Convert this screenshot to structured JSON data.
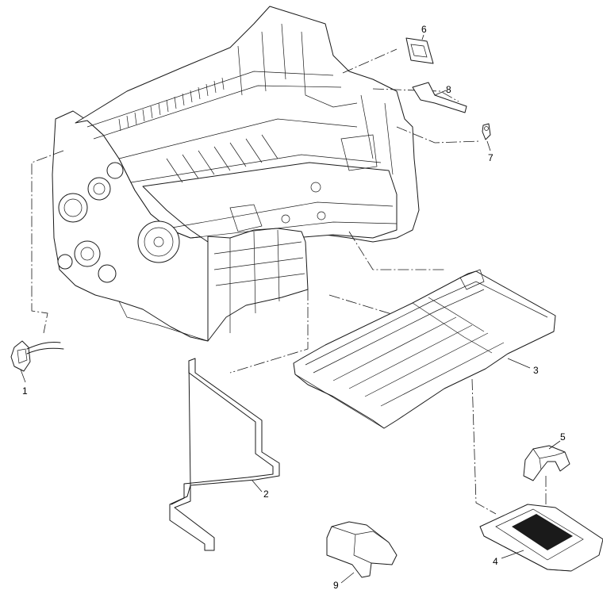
{
  "diagram": {
    "callouts": [
      {
        "id": "callout-1",
        "label": "1"
      },
      {
        "id": "callout-2",
        "label": "2"
      },
      {
        "id": "callout-3",
        "label": "3"
      },
      {
        "id": "callout-4",
        "label": "4"
      },
      {
        "id": "callout-5",
        "label": "5"
      },
      {
        "id": "callout-6",
        "label": "6"
      },
      {
        "id": "callout-7",
        "label": "7"
      },
      {
        "id": "callout-8",
        "label": "8"
      },
      {
        "id": "callout-9",
        "label": "9"
      }
    ]
  }
}
